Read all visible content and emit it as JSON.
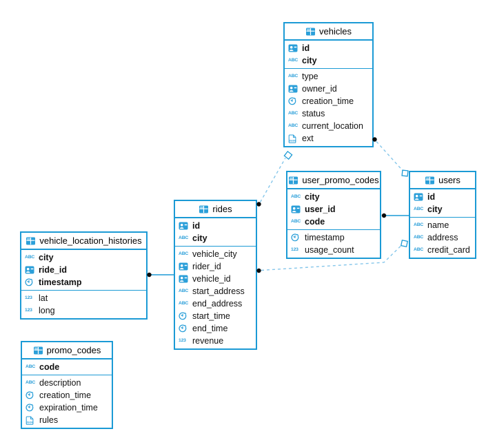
{
  "colors": {
    "table_border": "#1b9ad5",
    "icon_blue": "#2b9fd9",
    "dashed_line": "#85c6ea",
    "solid_line": "#1b9ad5",
    "connector_dot": "#000000",
    "background": "#ffffff"
  },
  "icon_glyphs": {
    "text_type": "ABC",
    "number_type": "123",
    "json_type": "JSON"
  },
  "tables": {
    "vehicles": {
      "title": "vehicles",
      "icon": "table-icon",
      "key_columns": [
        {
          "name": "id",
          "icon": "id-icon"
        },
        {
          "name": "city",
          "icon": "text-type-icon"
        }
      ],
      "columns": [
        {
          "name": "type",
          "icon": "text-type-icon"
        },
        {
          "name": "owner_id",
          "icon": "id-icon"
        },
        {
          "name": "creation_time",
          "icon": "clock-icon"
        },
        {
          "name": "status",
          "icon": "text-type-icon"
        },
        {
          "name": "current_location",
          "icon": "text-type-icon"
        },
        {
          "name": "ext",
          "icon": "json-icon"
        }
      ]
    },
    "user_promo_codes": {
      "title": "user_promo_codes",
      "icon": "table-icon",
      "key_columns": [
        {
          "name": "city",
          "icon": "text-type-icon"
        },
        {
          "name": "user_id",
          "icon": "id-icon"
        },
        {
          "name": "code",
          "icon": "text-type-icon"
        }
      ],
      "columns": [
        {
          "name": "timestamp",
          "icon": "clock-icon"
        },
        {
          "name": "usage_count",
          "icon": "number-type-icon"
        }
      ]
    },
    "users": {
      "title": "users",
      "icon": "table-icon",
      "key_columns": [
        {
          "name": "id",
          "icon": "id-icon"
        },
        {
          "name": "city",
          "icon": "text-type-icon"
        }
      ],
      "columns": [
        {
          "name": "name",
          "icon": "text-type-icon"
        },
        {
          "name": "address",
          "icon": "text-type-icon"
        },
        {
          "name": "credit_card",
          "icon": "text-type-icon"
        }
      ]
    },
    "rides": {
      "title": "rides",
      "icon": "table-icon",
      "key_columns": [
        {
          "name": "id",
          "icon": "id-icon"
        },
        {
          "name": "city",
          "icon": "text-type-icon"
        }
      ],
      "columns": [
        {
          "name": "vehicle_city",
          "icon": "text-type-icon"
        },
        {
          "name": "rider_id",
          "icon": "id-icon"
        },
        {
          "name": "vehicle_id",
          "icon": "id-icon"
        },
        {
          "name": "start_address",
          "icon": "text-type-icon"
        },
        {
          "name": "end_address",
          "icon": "text-type-icon"
        },
        {
          "name": "start_time",
          "icon": "clock-icon"
        },
        {
          "name": "end_time",
          "icon": "clock-icon"
        },
        {
          "name": "revenue",
          "icon": "number-type-icon"
        }
      ]
    },
    "vehicle_location_histories": {
      "title": "vehicle_location_histories",
      "icon": "table-icon",
      "key_columns": [
        {
          "name": "city",
          "icon": "text-type-icon"
        },
        {
          "name": "ride_id",
          "icon": "id-icon"
        },
        {
          "name": "timestamp",
          "icon": "clock-icon"
        }
      ],
      "columns": [
        {
          "name": "lat",
          "icon": "number-type-icon"
        },
        {
          "name": "long",
          "icon": "number-type-icon"
        }
      ]
    },
    "promo_codes": {
      "title": "promo_codes",
      "icon": "table-icon",
      "key_columns": [
        {
          "name": "code",
          "icon": "text-type-icon"
        }
      ],
      "columns": [
        {
          "name": "description",
          "icon": "text-type-icon"
        },
        {
          "name": "creation_time",
          "icon": "clock-icon"
        },
        {
          "name": "expiration_time",
          "icon": "clock-icon"
        },
        {
          "name": "rules",
          "icon": "json-icon"
        }
      ]
    }
  },
  "relations": [
    {
      "from": "vehicle_location_histories",
      "to": "rides",
      "line": "solid"
    },
    {
      "from": "user_promo_codes",
      "to": "users",
      "line": "solid"
    },
    {
      "from": "rides",
      "to": "vehicles",
      "line": "dashed"
    },
    {
      "from": "vehicles",
      "to": "users",
      "line": "dashed"
    },
    {
      "from": "rides",
      "to": "users",
      "line": "dashed"
    }
  ]
}
